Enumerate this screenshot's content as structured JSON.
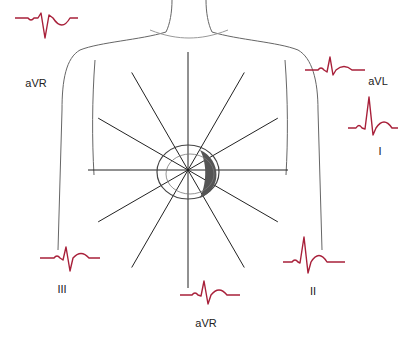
{
  "diagram": {
    "labels": [
      "aVR",
      "aVL",
      "I",
      "III",
      "aVR",
      "II"
    ]
  }
}
